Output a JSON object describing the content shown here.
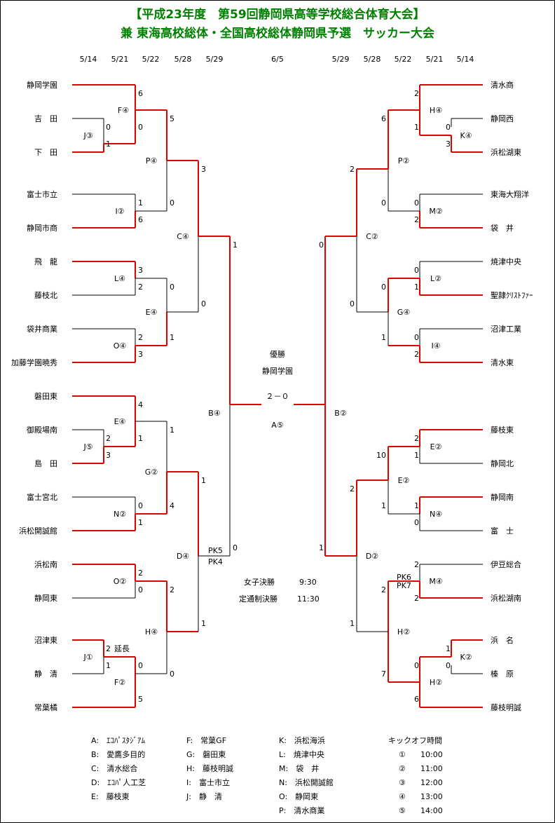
{
  "title": {
    "line1": "【平成23年度　第59回静岡県高等学校総合体育大会】",
    "line2": "兼 東海高校総体・全国高校総体静岡県予選　サッカー大会"
  },
  "dates": [
    "5/14",
    "5/21",
    "5/22",
    "5/28",
    "5/29",
    "6/5",
    "5/29",
    "5/28",
    "5/22",
    "5/21",
    "5/14"
  ],
  "left_teams": [
    "静岡学園",
    "吉　田",
    "下　田",
    "富士市立",
    "静岡市商",
    "飛　龍",
    "藤枝北",
    "袋井商業",
    "加藤学園暁秀",
    "磐田東",
    "御殿場南",
    "島　田",
    "富士宮北",
    "浜松開誠館",
    "浜松南",
    "静岡東",
    "沼津東",
    "静　清",
    "常葉橘"
  ],
  "right_teams": [
    "清水商",
    "静岡西",
    "浜松湖東",
    "東海大翔洋",
    "袋　井",
    "焼津中央",
    "聖隷ｸﾘｽﾄﾌｧｰ",
    "沼津工業",
    "清水東",
    "藤枝東",
    "静岡北",
    "静岡南",
    "富　士",
    "伊豆総合",
    "浜松湖南",
    "浜　名",
    "榛　原",
    "藤枝明誠"
  ],
  "match_labels": {
    "L_J3": "J③",
    "L_F4": "F④",
    "L_I2": "I②",
    "L_P4": "P④",
    "L_L4": "L④",
    "L_O4": "O④",
    "L_E4a": "E④",
    "L_C4": "C④",
    "L_J5": "J⑤",
    "L_E4b": "E④",
    "L_N2": "N②",
    "L_G2": "G②",
    "L_O2": "O②",
    "L_J1": "J①",
    "L_F2": "F②",
    "L_H4": "H④",
    "L_D4": "D④",
    "L_B4": "B④",
    "R_K4": "K④",
    "R_H4": "H④",
    "R_M2": "M②",
    "R_P2": "P②",
    "R_L2": "L②",
    "R_I4": "I④",
    "R_G4": "G④",
    "R_C2": "C②",
    "R_E2a": "E②",
    "R_N4": "N④",
    "R_E2b": "E②",
    "R_M4": "M④",
    "R_K2": "K②",
    "R_H2": "H②",
    "R_H2b": "H②",
    "R_D2": "D②",
    "R_B2": "B②"
  },
  "scores": {
    "l1": "6",
    "l2": "0",
    "l3": "1",
    "l4": "0",
    "l5": "5",
    "l6": "1",
    "l7": "6",
    "l8": "0",
    "l9": "3",
    "l10": "3",
    "l11": "2",
    "l12": "0",
    "l13": "2",
    "l14": "3",
    "l15": "1",
    "l16": "0",
    "l17": "1",
    "l18": "4",
    "l19": "2",
    "l20": "1",
    "l21": "3",
    "l22": "1",
    "l23": "0",
    "l24": "1",
    "l25": "4",
    "l26": "1",
    "l27": "2",
    "l28": "0",
    "l29": "2",
    "l30": "2",
    "l31": "延長",
    "l32": "1",
    "l33": "0",
    "l34": "5",
    "l35": "0",
    "l36": "1",
    "l37": "PK5",
    "l38": "PK4",
    "l39": "0",
    "r1": "2",
    "r2": "6",
    "r3": "1",
    "r4": "0",
    "r5": "3",
    "r6": "2",
    "r7": "0",
    "r8": "0",
    "r9": "2",
    "r10": "0",
    "r11": "0",
    "r12": "1",
    "r13": "0",
    "r14": "1",
    "r15": "0",
    "r16": "2",
    "r17": "0",
    "r18": "2",
    "r19": "10",
    "r20": "1",
    "r21": "2",
    "r22": "1",
    "r23": "0",
    "r24": "1",
    "r25": "2",
    "r26": "PK6",
    "r27": "PK7",
    "r28": "2",
    "r29": "2",
    "r30": "1",
    "r31": "1",
    "r32": "0",
    "r33": "0",
    "r34": "7",
    "r35": "6",
    "r36": "1"
  },
  "final": {
    "champion_label": "優勝",
    "champion": "静岡学園",
    "score": "２－０",
    "venue": "A⑤"
  },
  "notes": {
    "women_label": "女子決勝",
    "women_time": "9:30",
    "teiji_label": "定通制決勝",
    "teiji_time": "11:30"
  },
  "legend": {
    "col1": [
      "A:　ｴｺﾊﾟｽﾀｼﾞｱﾑ",
      "B:　愛鷹多目的",
      "C:　清水総合",
      "D:　ｴｺﾊﾟ人工芝",
      "E:　藤枝東"
    ],
    "col2": [
      "F:　常葉GF",
      "G:　磐田東",
      "H:　藤枝明誠",
      "I:　富士市立",
      "J:　静　清"
    ],
    "col3": [
      "K:　浜松海浜",
      "L:　焼津中央",
      "M:　袋　井",
      "N:　浜松開誠館",
      "O:　静岡東",
      "P:　清水商業"
    ],
    "kickoff_title": "キックオフ時間",
    "kickoff": [
      {
        "mark": "①",
        "time": "10:00"
      },
      {
        "mark": "②",
        "time": "11:00"
      },
      {
        "mark": "③",
        "time": "12:00"
      },
      {
        "mark": "④",
        "time": "13:00"
      },
      {
        "mark": "⑤",
        "time": "14:00"
      }
    ]
  },
  "colors": {
    "winner": "#e00000",
    "loser": "#000000",
    "title": "#008000"
  }
}
